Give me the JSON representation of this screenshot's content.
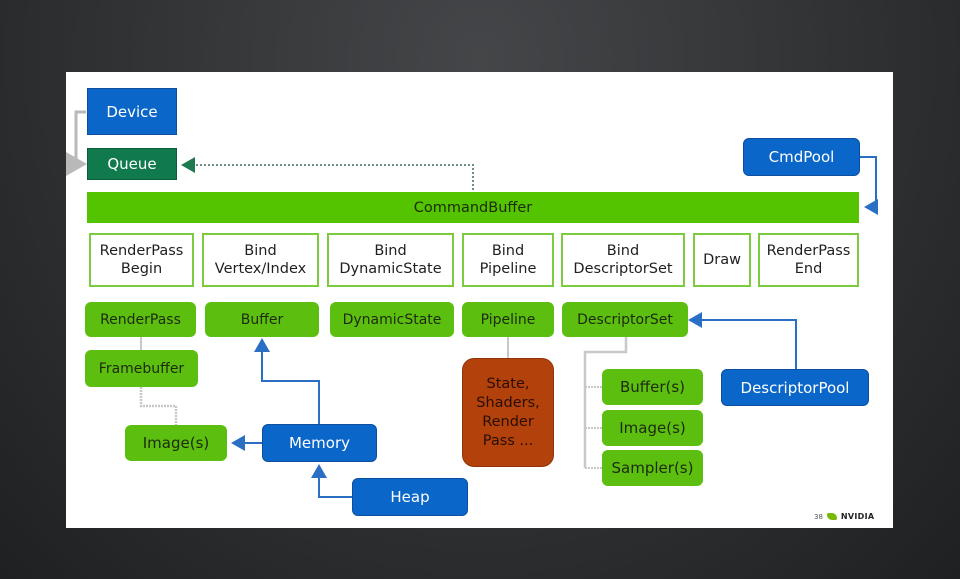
{
  "colors": {
    "api_object_blue": "#0a66c8",
    "queue_green": "#117a4c",
    "resource_green": "#5cbf10",
    "command_outline_green": "#7acb3f",
    "pipeline_state_brown": "#b2410c",
    "slide_background": "#ffffff"
  },
  "device": {
    "label": "Device"
  },
  "queue": {
    "label": "Queue"
  },
  "cmd_pool": {
    "label": "CmdPool"
  },
  "command_buffer": {
    "label": "CommandBuffer"
  },
  "commands": [
    {
      "label": "RenderPass\nBegin"
    },
    {
      "label": "Bind\nVertex/Index"
    },
    {
      "label": "Bind\nDynamicState"
    },
    {
      "label": "Bind\nPipeline"
    },
    {
      "label": "Bind\nDescriptorSet"
    },
    {
      "label": "Draw"
    },
    {
      "label": "RenderPass\nEnd"
    }
  ],
  "objects": {
    "render_pass": "RenderPass",
    "buffer": "Buffer",
    "dynamic_state": "DynamicState",
    "pipeline": "Pipeline",
    "descriptor_set": "DescriptorSet",
    "framebuffer": "Framebuffer",
    "images": "Image(s)",
    "memory": "Memory",
    "heap": "Heap",
    "pipeline_state": "State,\nShaders,\nRender\nPass ...",
    "ds_buffers": "Buffer(s)",
    "ds_images": "Image(s)",
    "ds_samplers": "Sampler(s)",
    "descriptor_pool": "DescriptorPool"
  },
  "footer": {
    "page_number": "38",
    "brand": "NVIDIA"
  }
}
